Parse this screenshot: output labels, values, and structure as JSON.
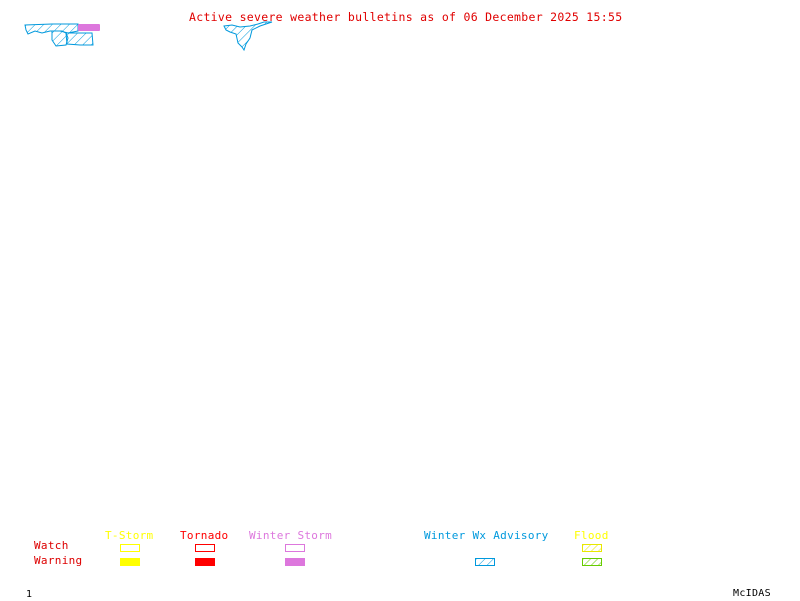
{
  "title": "Active severe weather bulletins as of 06 December 2025 15:55",
  "legend": {
    "row_labels": {
      "watch": "Watch",
      "warning": "Warning"
    },
    "categories": [
      {
        "name": "T-Storm",
        "color": "#ffff00",
        "watch": "outline",
        "warning": "filled"
      },
      {
        "name": "Tornado",
        "color": "#ff0000",
        "watch": "outline",
        "warning": "filled"
      },
      {
        "name": "Winter Storm",
        "color": "#dd77dd",
        "watch": "outline",
        "warning": "filled"
      },
      {
        "name": "Winter Wx Advisory",
        "color": "#0099dd",
        "watch": null,
        "warning": "hatched"
      },
      {
        "name": "Flood",
        "color": "#ffff00",
        "warning_color": "#66cc00",
        "watch": "hatched",
        "warning": "hatched"
      }
    ]
  },
  "colors": {
    "title": "#e00000",
    "row_labels": "#dd0000",
    "advisory": "#0099dd",
    "winter_storm_warning": "#dd77dd"
  },
  "footer": {
    "frame_number": "1",
    "brand": "McIDAS"
  }
}
